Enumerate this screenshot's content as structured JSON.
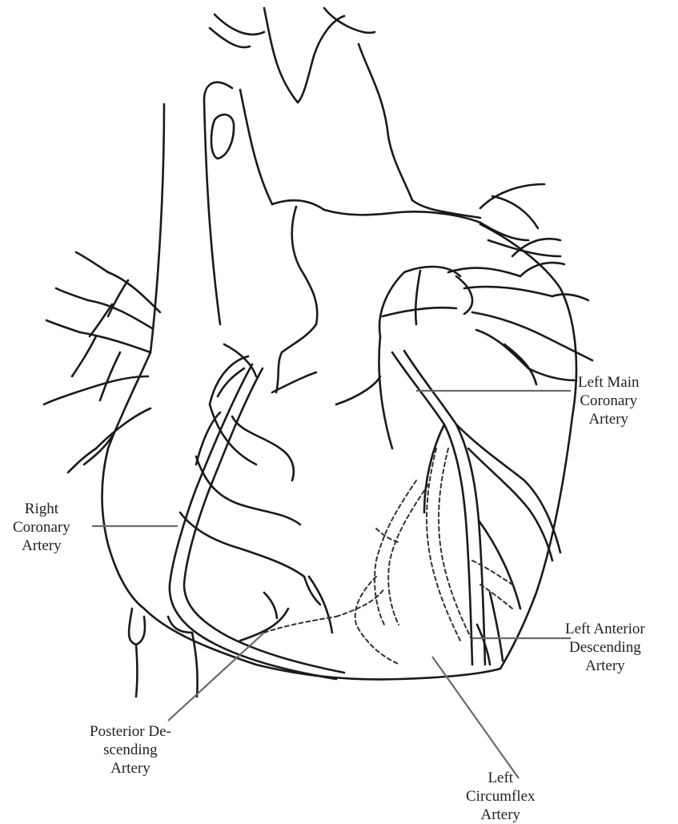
{
  "labels": {
    "left_main": [
      "Left Main",
      "Coronary",
      "Artery"
    ],
    "right_coronary": [
      "Right",
      "Coronary",
      "Artery"
    ],
    "left_anterior": [
      "Left Anterior",
      "Descending",
      "Artery"
    ],
    "posterior_descending": [
      "Posterior De-",
      "scending",
      "Artery"
    ],
    "left_circumflex": [
      "Left",
      "Circumflex",
      "Artery"
    ]
  }
}
